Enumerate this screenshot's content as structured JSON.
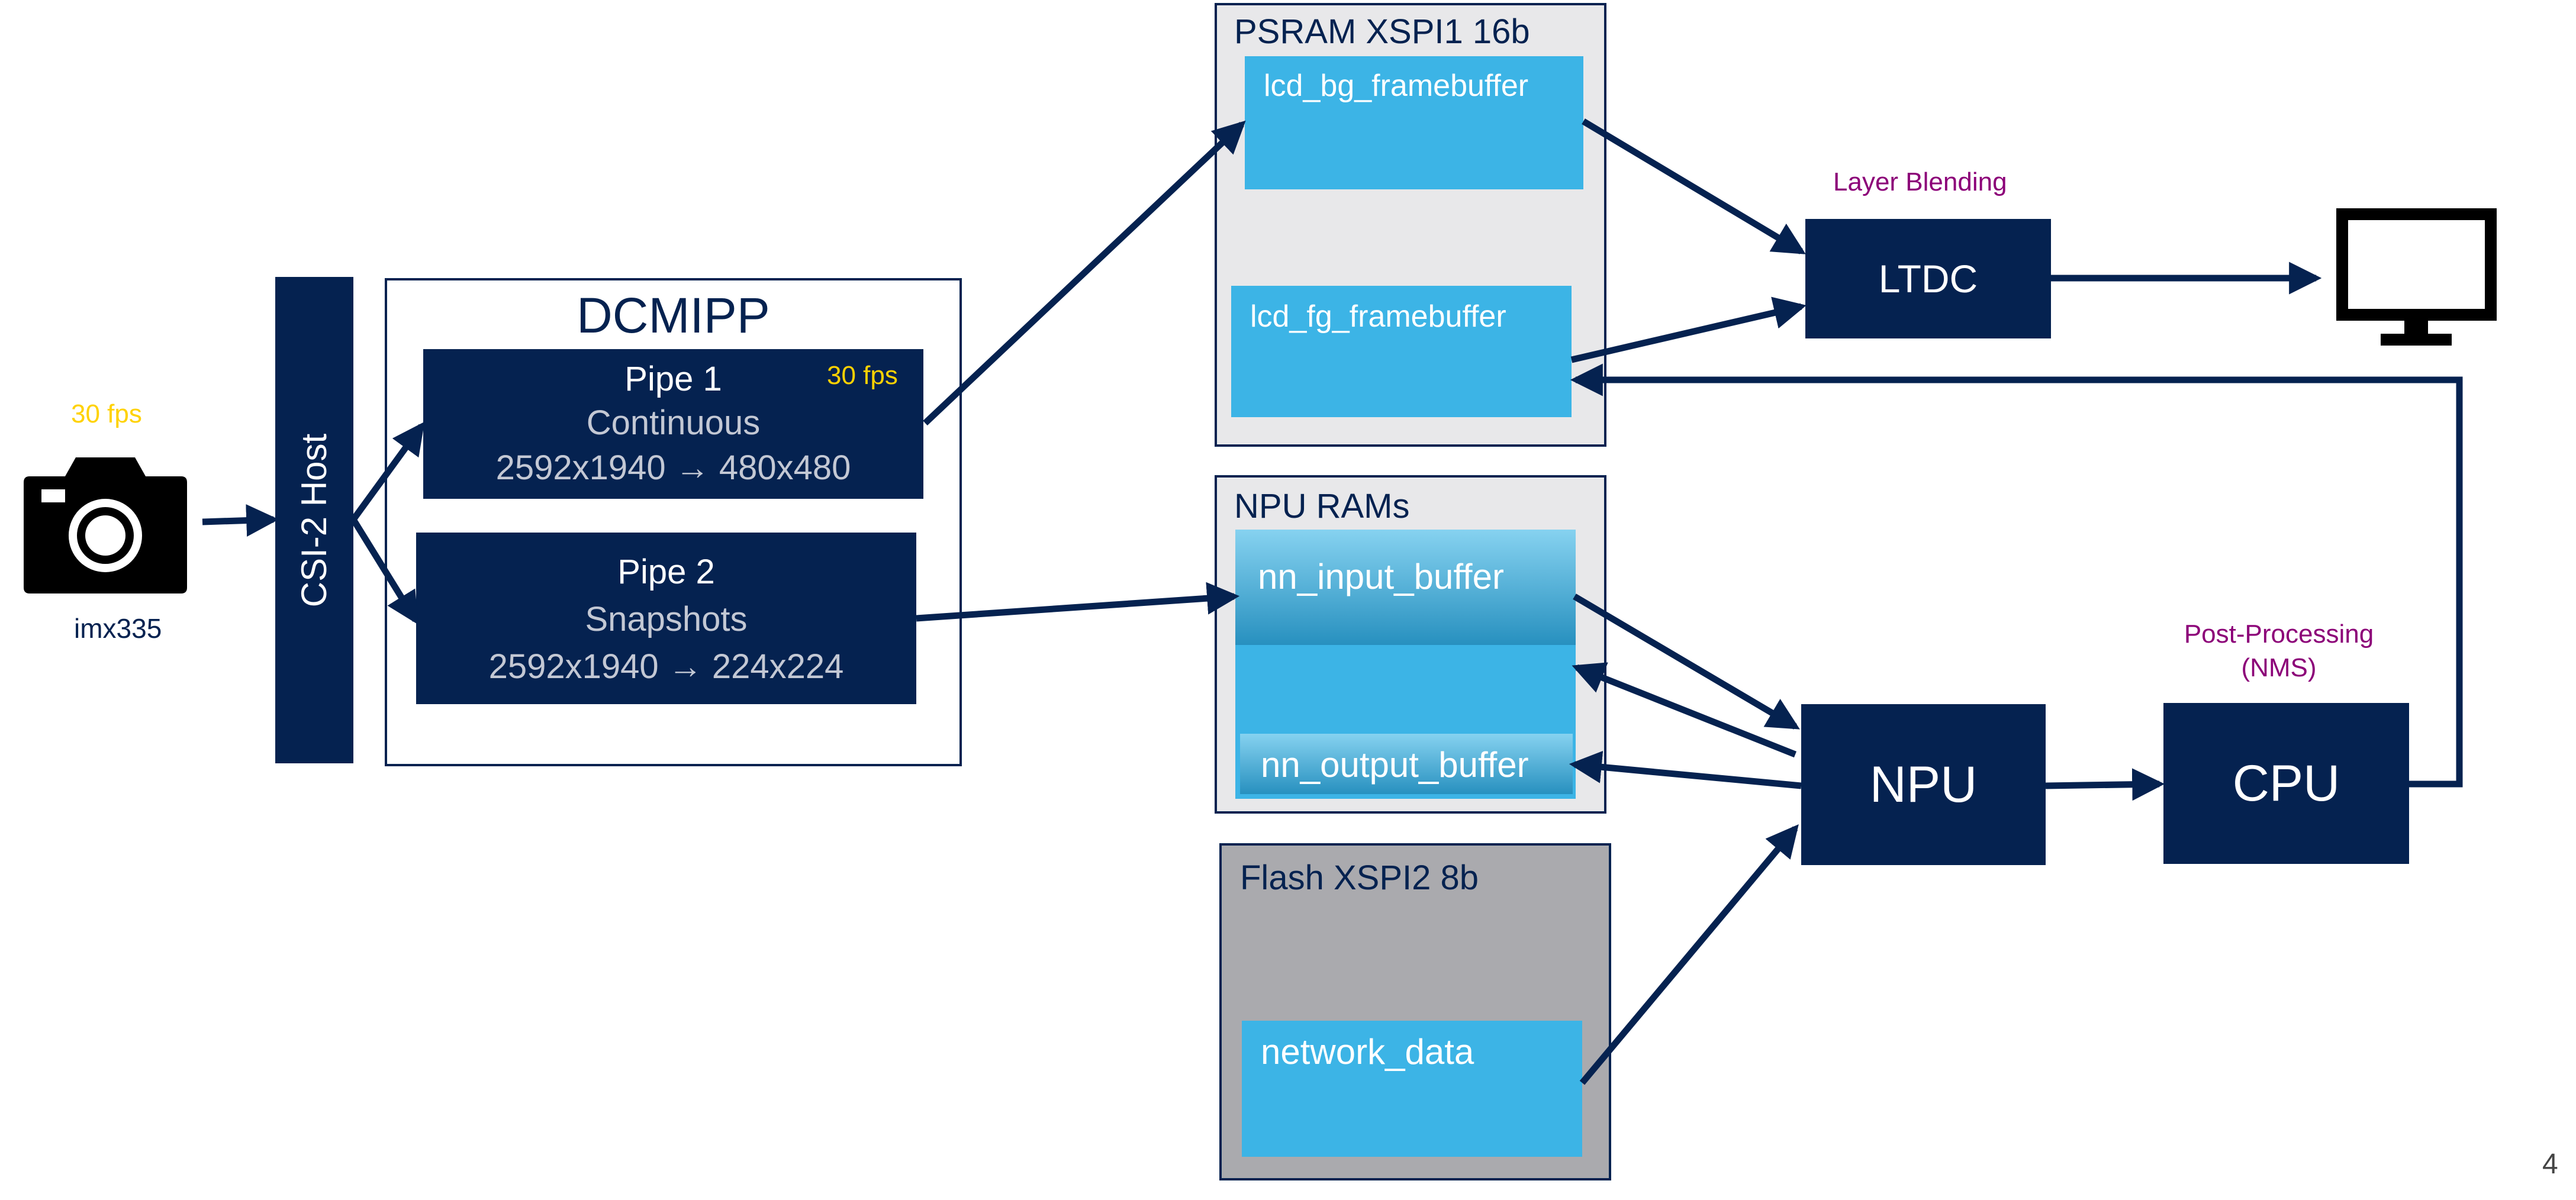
{
  "camera": {
    "fps": "30 fps",
    "label": "imx335",
    "icon": "camera-icon"
  },
  "csi": {
    "label": "CSI-2 Host"
  },
  "dcmipp": {
    "title": "DCMIPP",
    "pipe1": {
      "title": "Pipe 1",
      "mode": "Continuous",
      "res": "2592x1940 → 480x480",
      "fps": "30 fps"
    },
    "pipe2": {
      "title": "Pipe 2",
      "mode": "Snapshots",
      "res": "2592x1940 → 224x224"
    }
  },
  "psram": {
    "title": "PSRAM XSPI1 16b",
    "bg": "lcd_bg_framebuffer",
    "fg": "lcd_fg_framebuffer"
  },
  "npu_rams": {
    "title": "NPU RAMs",
    "input": "nn_input_buffer",
    "output": "nn_output_buffer"
  },
  "flash": {
    "title": "Flash XSPI2 8b",
    "data": "network_data"
  },
  "ltdc": {
    "label": "LTDC",
    "caption": "Layer Blending"
  },
  "npu": {
    "label": "NPU"
  },
  "cpu": {
    "label": "CPU",
    "caption_line1": "Post-Processing",
    "caption_line2": "(NMS)"
  },
  "monitor": {
    "icon": "monitor-icon"
  },
  "page_number": "4",
  "colors": {
    "navy": "#052250",
    "cyan": "#3cb4e6",
    "yellow": "#ffd200",
    "magenta": "#8c0078",
    "light_gray": "#e8e8ea",
    "mid_gray": "#aaaaae"
  }
}
